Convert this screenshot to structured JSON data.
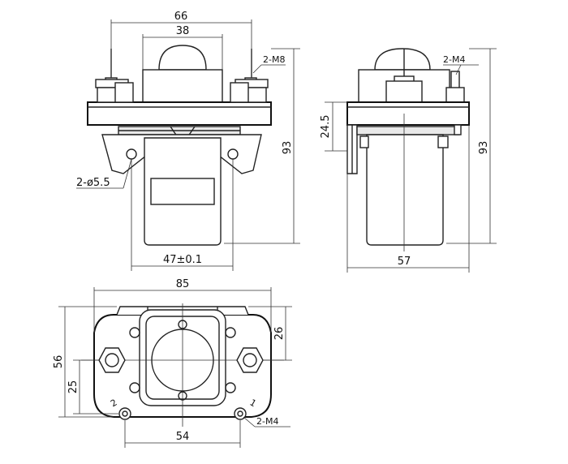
{
  "front_view": {
    "width_66": "66",
    "width_38": "38",
    "thread_2m8": "2-M8",
    "hole_2phi55": "2-ø5.5",
    "height_93": "93",
    "base_47": "47±0.1"
  },
  "side_view": {
    "thread_2m4": "2-M4",
    "dim_245": "24.5",
    "height_93": "93",
    "depth_57": "57"
  },
  "bottom_view": {
    "width_85": "85",
    "dim_26": "26",
    "dim_56": "56",
    "dim_25": "25",
    "terminal_1": "1",
    "terminal_2": "2",
    "thread_2m4": "2-M4",
    "spacing_54": "54"
  }
}
